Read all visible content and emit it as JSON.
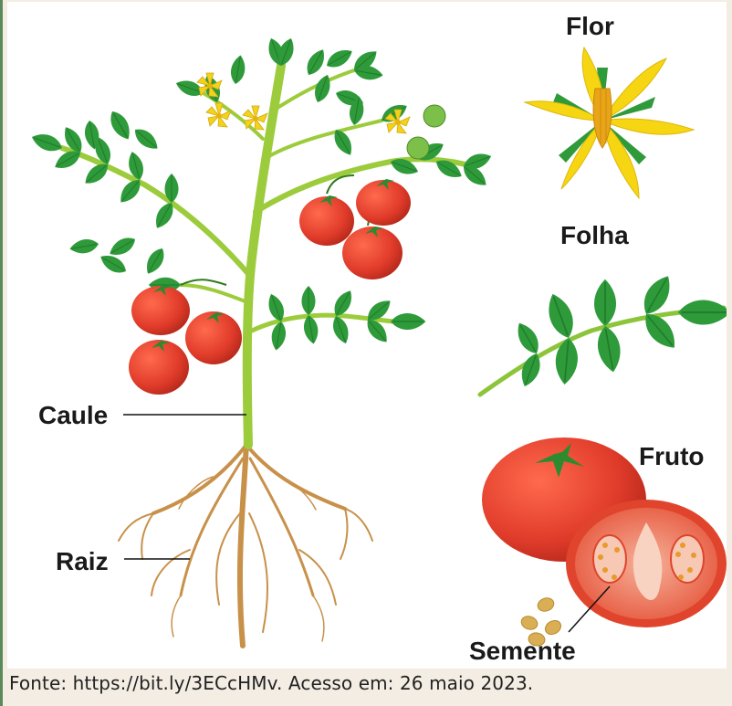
{
  "labels": {
    "flower": "Flor",
    "leaf": "Folha",
    "fruit": "Fruto",
    "stem": "Caule",
    "root": "Raiz",
    "seed": "Semente"
  },
  "caption": "Fonte: https://bit.ly/3ECcHMv. Acesso em: 26 maio 2023.",
  "colors": {
    "stem": "#9ccc3c",
    "leaf": "#2e9a3a",
    "tomato": "#e03b2a",
    "flower": "#f2d21a",
    "root": "#c8914a"
  }
}
